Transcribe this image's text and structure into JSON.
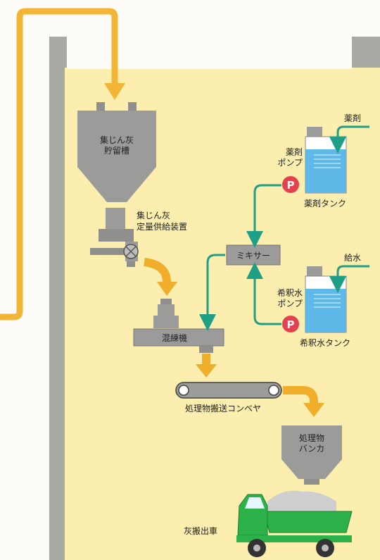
{
  "labels": {
    "storage_tank": [
      "集じん灰",
      "貯留槽"
    ],
    "feeder": [
      "集じん灰",
      "定量供給装置"
    ],
    "mixer": "ミキサー",
    "kneader": "混練機",
    "conveyor": "処理物搬送コンベヤ",
    "bunker": [
      "処理物",
      "バンカ"
    ],
    "truck": "灰搬出車",
    "chemical_pump": [
      "薬剤",
      "ポンプ"
    ],
    "chemical_tank": "薬剤タンク",
    "chemical_in": "薬剤",
    "dilution_pump": [
      "希釈水",
      "ポンプ"
    ],
    "dilution_tank": "希釈水タンク",
    "water_in": "給水",
    "pump_symbol": "P"
  },
  "colors": {
    "building_wall": "#a9a9a4",
    "room_fill": "#fbeeae",
    "ash_pipe": "#f2b535",
    "flow_arrow": "#f0ae2a",
    "liquid_line": "#1f9f86",
    "equipment": "#9b9b99",
    "tank_water": "#5eb8e8",
    "pump": "#e4404e",
    "truck_body": "#2db24a",
    "dust_cargo": "#cfcfcf"
  }
}
